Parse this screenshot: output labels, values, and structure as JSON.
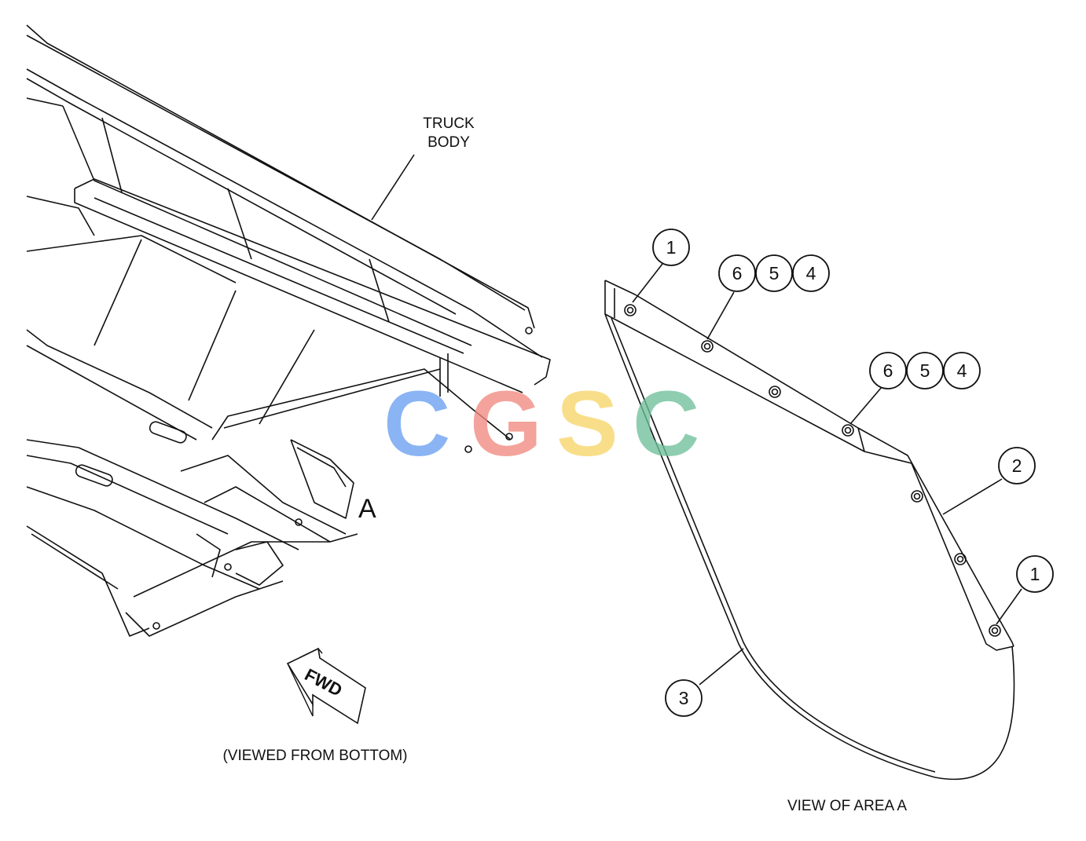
{
  "labels": {
    "truck_body_line1": "TRUCK",
    "truck_body_line2": "BODY",
    "area_marker": "A",
    "fwd": "FWD",
    "viewed_from": "(VIEWED FROM BOTTOM)",
    "view_of_area": "VIEW OF AREA A"
  },
  "callouts": {
    "c1_top": "1",
    "c6_a": "6",
    "c5_a": "5",
    "c4_a": "4",
    "c6_b": "6",
    "c5_b": "5",
    "c4_b": "4",
    "c2": "2",
    "c1_bottom": "1",
    "c3": "3"
  },
  "watermark": {
    "letters": [
      "C",
      "G",
      "S",
      "C"
    ],
    "colors": [
      "#6aa0f0",
      "#f08a80",
      "#f8d66a",
      "#6fbf9a"
    ]
  },
  "colors": {
    "line": "#111111",
    "background": "#ffffff"
  }
}
